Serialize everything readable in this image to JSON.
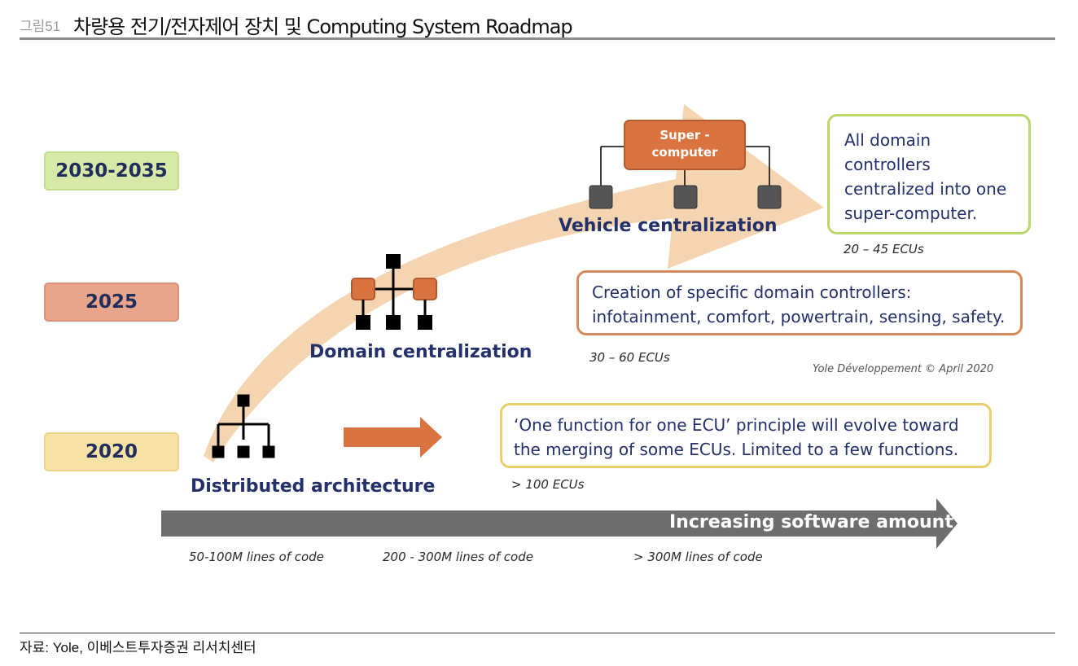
{
  "header": {
    "figure_number": "그림51",
    "title": "차량용 전기/전자제어 장치 및 Computing System Roadmap"
  },
  "years": [
    "2030-2035",
    "2025",
    "2020"
  ],
  "stages": {
    "vehicle": "Vehicle centralization",
    "domain": "Domain centralization",
    "distributed": "Distributed architecture"
  },
  "supercomputer_label_line1": "Super -",
  "supercomputer_label_line2": "computer",
  "boxes": {
    "green": [
      "All domain",
      "controllers",
      "centralized into one",
      "super-computer."
    ],
    "orange": [
      "Creation of specific domain controllers:",
      "infotainment, comfort, powertrain, sensing, safety."
    ],
    "yellow": [
      "‘One function for one ECU’ principle will evolve toward",
      "the merging of some ECUs. Limited to a few functions."
    ]
  },
  "ecu_counts": {
    "vehicle": "20 – 45 ECUs",
    "domain": "30 – 60 ECUs",
    "distributed": "> 100 ECUs"
  },
  "credit": "Yole Développement © April 2020",
  "software_bar": "Increasing software amount",
  "code_lines": [
    "50-100M lines of code",
    "200 - 300M lines of code",
    "> 300M lines of code"
  ],
  "source": "자료: Yole, 이베스트투자증권 리서치센터",
  "colors": {
    "arrow_fill": "#f4d3ad",
    "orange_node": "#d9733f",
    "gray_bar": "#6e6e6e",
    "navy_text": "#23306a"
  }
}
